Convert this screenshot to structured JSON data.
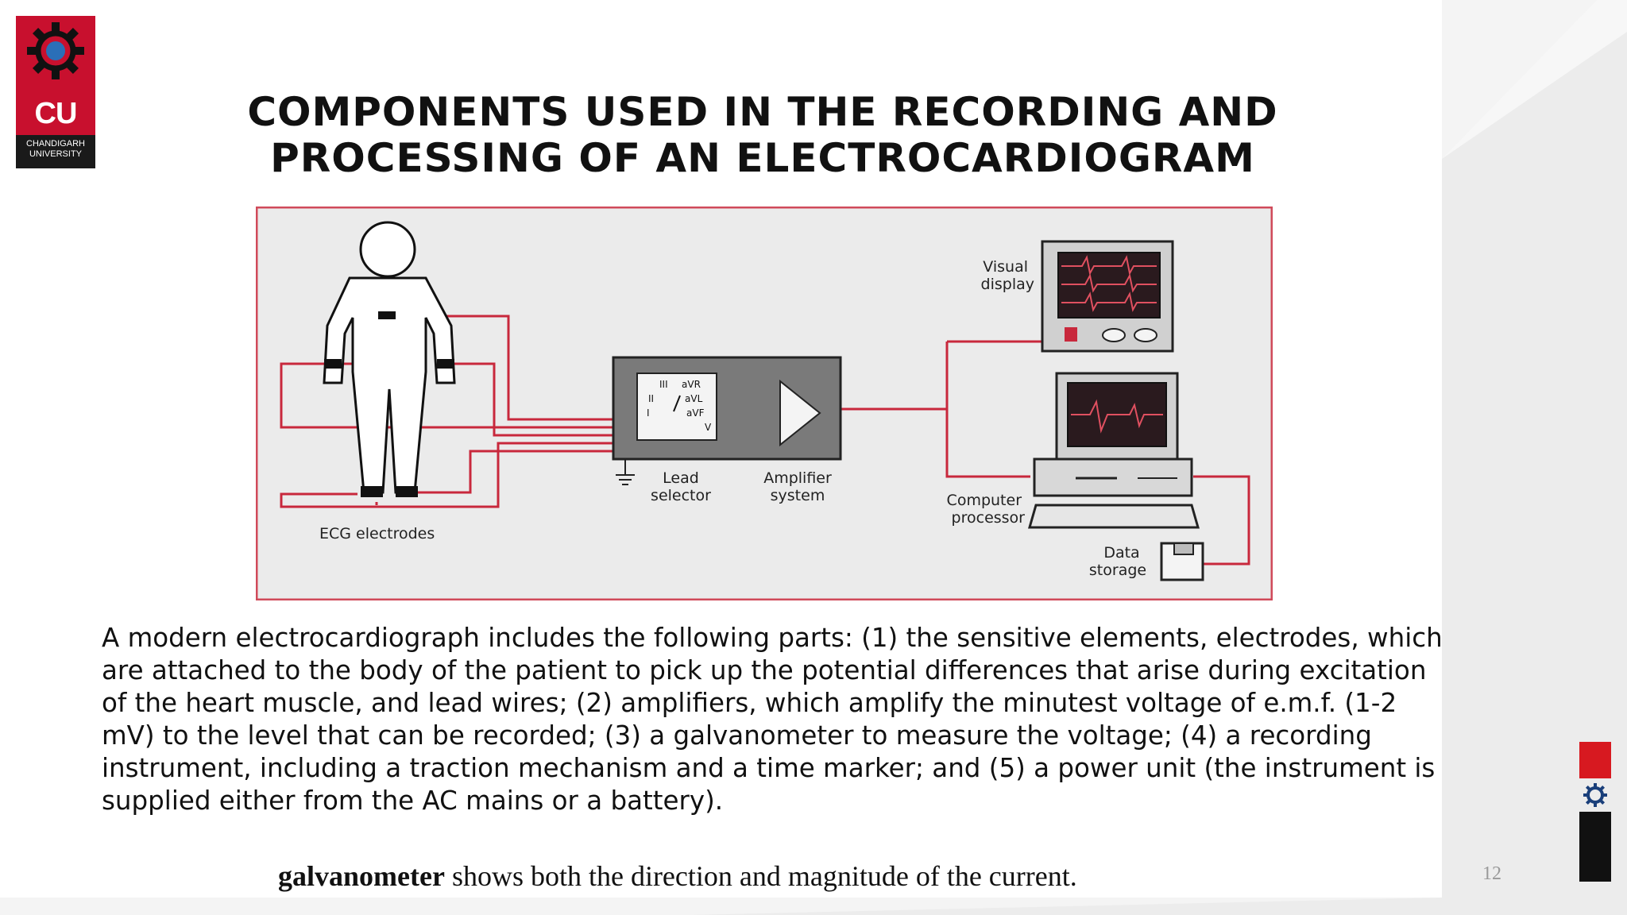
{
  "logo": {
    "abbr": "CU",
    "name": "CHANDIGARH UNIVERSITY"
  },
  "title": {
    "line1": "COMPONENTS USED IN THE RECORDING AND",
    "line2": "PROCESSING OF AN ELECTROCARDIOGRAM"
  },
  "figure": {
    "labels": {
      "ecg_electrodes": "ECG electrodes",
      "lead_selector_1": "Lead",
      "lead_selector_2": "selector",
      "amplifier_1": "Amplifier",
      "amplifier_2": "system",
      "visual_display_1": "Visual",
      "visual_display_2": "display",
      "computer_1": "Computer",
      "computer_2": "processor",
      "data_storage_1": "Data",
      "data_storage_2": "storage"
    },
    "selector_leads": [
      "III",
      "aVR",
      "II",
      "aVL",
      "I",
      "aVF",
      "V"
    ]
  },
  "body": {
    "paragraph": "A modern electrocardiograph includes the following parts: (1) the sensitive elements, electrodes, which are attached to the body of the patient to pick up the potential differences that arise during excitation of the heart muscle, and lead wires; (2) amplifiers, which amplify the minutest voltage of e.m.f. (1-2 mV) to the level that can be recorded; (3) a galvanometer to measure the voltage; (4) a recording instrument, including a traction mechanism and a time marker; and (5) a power unit (the instrument is supplied either from the AC mains or a battery)."
  },
  "caption": {
    "bold": "galvanometer",
    "rest": " shows both the direction and magnitude of the current."
  },
  "page_number": "12",
  "colors": {
    "accent_red": "#d71920",
    "wire_red": "#c8283c",
    "figure_bg": "#ebebeb"
  }
}
